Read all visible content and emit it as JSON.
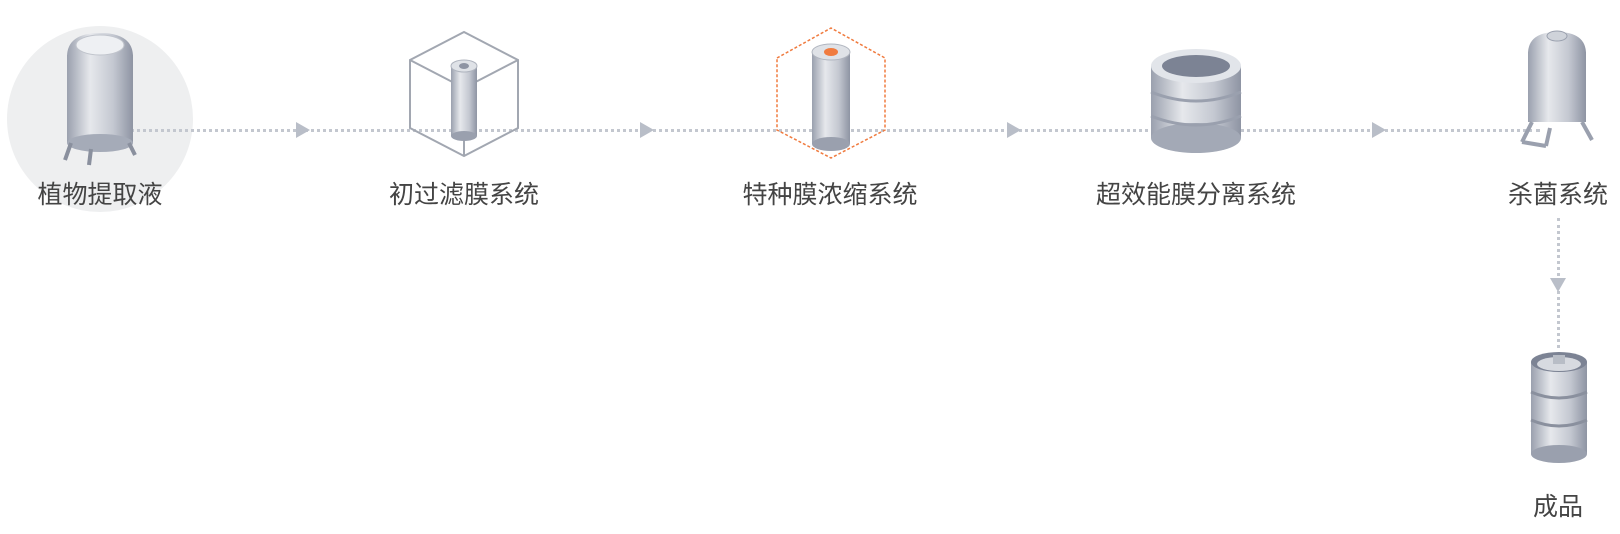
{
  "steps": [
    {
      "label": "植物提取液",
      "icon": "tank-icon"
    },
    {
      "label": "初过滤膜系统",
      "icon": "filter-cube-icon"
    },
    {
      "label": "特种膜浓缩系统",
      "icon": "concentration-cube-icon"
    },
    {
      "label": "超效能膜分离系统",
      "icon": "membrane-stack-icon"
    },
    {
      "label": "杀菌系统",
      "icon": "sterilizer-icon"
    },
    {
      "label": "成品",
      "icon": "keg-icon"
    }
  ],
  "colors": {
    "line": "#c3c7cf",
    "accent": "#f07b3f",
    "text": "#444444",
    "highlight_bg": "#eeeff0"
  }
}
